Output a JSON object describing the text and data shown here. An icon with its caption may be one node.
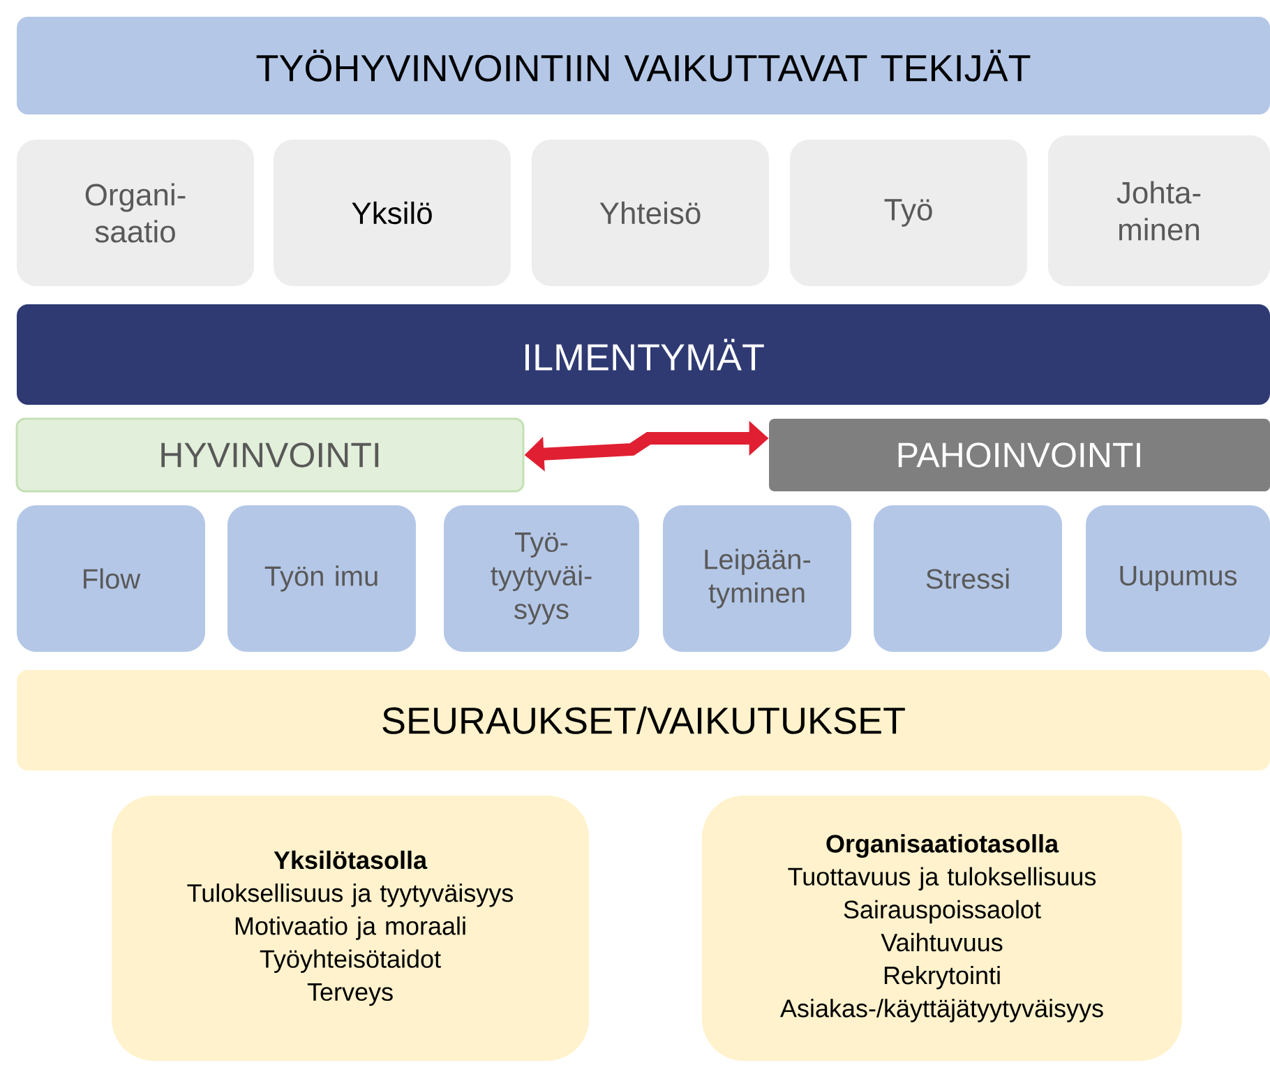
{
  "diagram": {
    "nodes": [
      {
        "text": [
          "TYÖHYVINVOINTIIN VAIKUTTAVAT TEKIJÄT"
        ]
      },
      {
        "text": [
          "Organi- saatio"
        ]
      },
      {
        "text": [
          "Yksilö"
        ]
      },
      {
        "text": [
          "Yhteisö"
        ]
      },
      {
        "text": [
          "Työ"
        ]
      },
      {
        "text": [
          "Johta- minen"
        ]
      },
      {
        "text": [
          "ILMENTYMÄT"
        ]
      },
      {
        "text": [
          "HYVINVOINTI"
        ]
      },
      {
        "text": [
          "PAHOINVOINTI"
        ]
      },
      {
        "text": [
          "Flow"
        ]
      },
      {
        "text": [
          "Työn imu"
        ]
      },
      {
        "text": [
          "Työ- tyytyväi- syys"
        ]
      },
      {
        "text": [
          "Leipään- tyminen"
        ]
      },
      {
        "text": [
          "Stressi"
        ]
      },
      {
        "text": [
          "Uupumus"
        ]
      },
      {
        "text": [
          "SEURAUKSET/VAIKUTUKSET"
        ]
      },
      {
        "text": [
          "Yksilötasolla",
          "Tuloksellisuus ja tyytyväisyys",
          "Motivaatio ja moraali",
          "Työyhteisötaidot",
          "Terveys"
        ]
      },
      {
        "text": [
          "Organisaatiotasolla",
          "Tuottavuus ja tuloksellisuus",
          "Sairauspoissaolot",
          "Vaihtuvuus",
          "Rekrytointi",
          "Asiakas-/käyttäjätyytyväisyys"
        ]
      }
    ],
    "edges": [
      {
        "from": 7,
        "to": 8,
        "arrow": "both"
      }
    ]
  }
}
